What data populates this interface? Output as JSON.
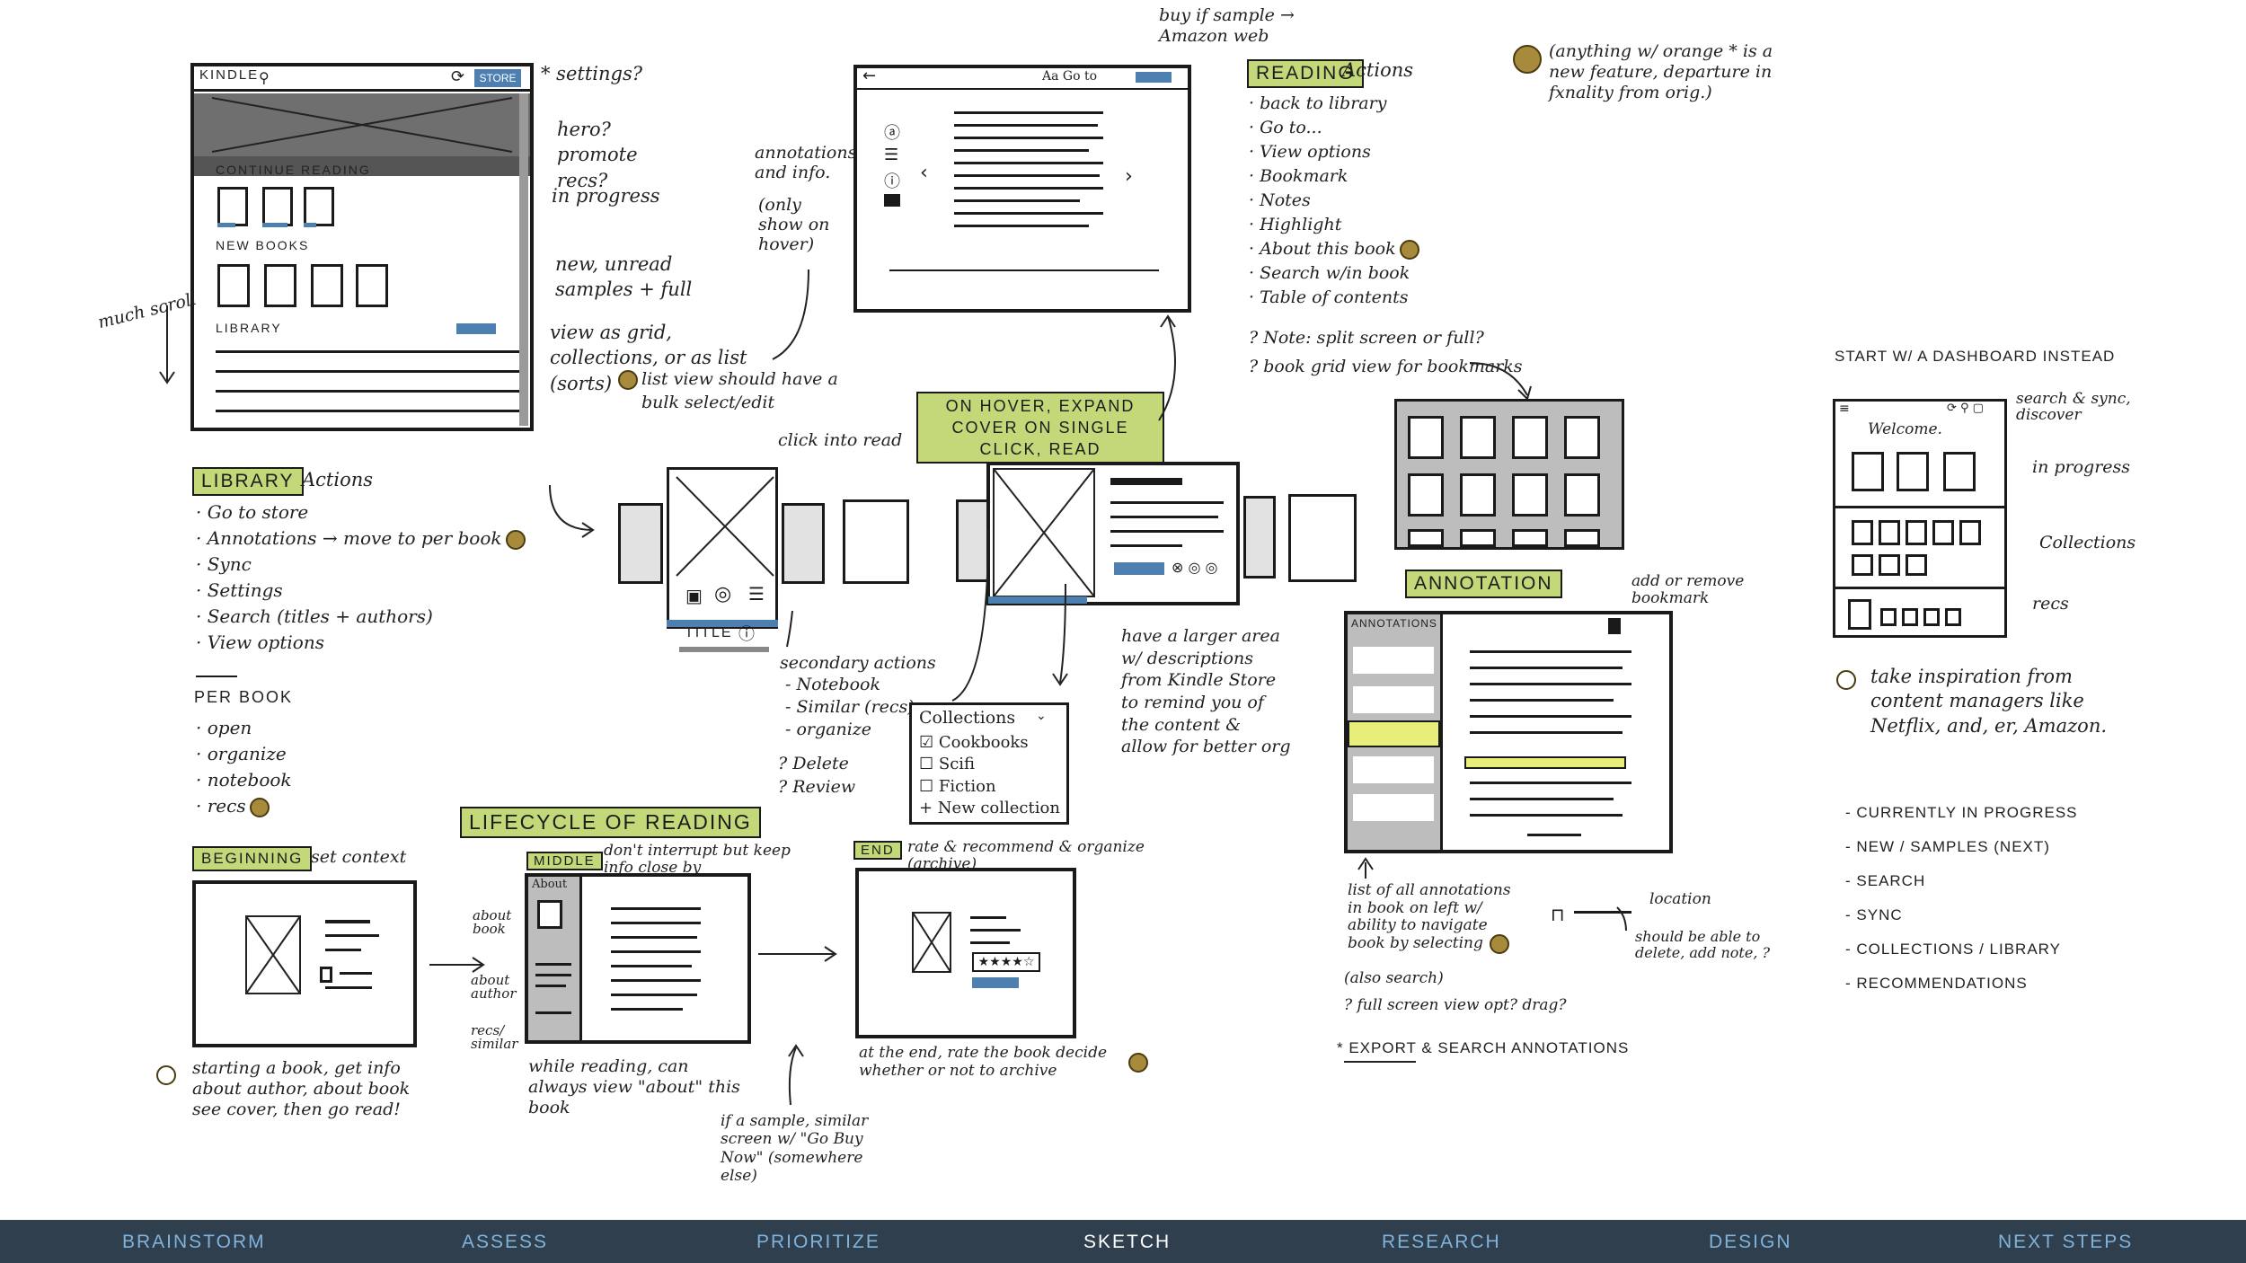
{
  "home": {
    "brand": "KINDLE",
    "store_btn": "STORE",
    "settings_note": "* settings?",
    "hero_note": "hero? promote recs?",
    "continue_label": "CONTINUE READING",
    "progress_note": "in progress",
    "new_label": "NEW BOOKS",
    "new_note": "new, unread samples + full",
    "library_label": "LIBRARY",
    "view_note": "view as grid, collections, or as list (sorts)",
    "list_note": "list view should have a bulk select/edit",
    "scroll_note": "much scroll"
  },
  "library_actions": {
    "tag": "LIBRARY",
    "title": "Actions",
    "items": [
      "Go to store",
      "Annotations → move to per book",
      "Sync",
      "Settings",
      "Search (titles + authors)",
      "View options"
    ],
    "per_book_title": "PER BOOK",
    "per_book": [
      "open",
      "organize",
      "notebook",
      "recs"
    ]
  },
  "reader": {
    "top_label": "buy if sample → Amazon web",
    "bar_text": "Aa   Go to",
    "annot_note": "annotations and info.",
    "hover_note": "(only show on hover)"
  },
  "reading_actions": {
    "tag": "READING",
    "title": "Actions",
    "items": [
      "back to library",
      "Go to...",
      "View options",
      "Bookmark",
      "Notes",
      "Highlight",
      "About this book",
      "Search w/in book",
      "Table of contents"
    ],
    "notes": [
      "Note: split screen or full?",
      "book grid view for bookmarks"
    ]
  },
  "orange_note": "(anything w/ orange * is a new feature, departure in fxnality from orig.)",
  "hover": {
    "tag": "ON HOVER, EXPAND COVER ON SINGLE CLICK, READ",
    "click_note": "click into read",
    "title_label": "TITLE",
    "secondary_title": "secondary actions",
    "secondary": [
      "- Notebook",
      "- Similar (recs)",
      "- organize"
    ],
    "delete": "? Delete",
    "review": "? Review",
    "desc_note": "have a larger area w/ descriptions from Kindle Store to remind you of the content & allow for better org"
  },
  "collections": {
    "title": "Collections",
    "items": [
      "Cookbooks",
      "Scifi",
      "Fiction"
    ],
    "new": "+ New collection"
  },
  "annotation": {
    "tag": "ANNOTATION",
    "panel_title": "ANNOTATIONS",
    "add_note": "add or remove bookmark",
    "list_note": "list of all annotations in book on left w/ ability to navigate book by selecting",
    "also": "(also search)",
    "full": "? full screen view opt? drag?",
    "location": "location",
    "delete_note": "should be able to delete, add note, ?",
    "export": "* EXPORT & SEARCH ANNOTATIONS"
  },
  "dashboard": {
    "heading": "START W/ A DASHBOARD INSTEAD",
    "welcome": "Welcome.",
    "search_note": "search & sync, discover",
    "progress": "in progress",
    "collections": "Collections",
    "recs": "recs",
    "inspiration": "take inspiration from content managers like Netflix, and, er, Amazon.",
    "list": [
      "CURRENTLY IN PROGRESS",
      "NEW / SAMPLES (NEXT)",
      "SEARCH",
      "SYNC",
      "COLLECTIONS / LIBRARY",
      "RECOMMENDATIONS"
    ]
  },
  "lifecycle": {
    "tag": "LIFECYCLE OF READING",
    "beginning_tag": "BEGINNING",
    "beginning_note": "set context",
    "middle_tag": "MIDDLE",
    "middle_note": "don't interrupt but keep info close by",
    "about": "About",
    "about_book": "about book",
    "about_author": "about author",
    "recs_similar": "recs/ similar",
    "end_tag": "END",
    "end_note": "rate & recommend & organize (archive)",
    "start_note": "starting a book, get info about author, about book see cover, then go read!",
    "while_note": "while reading, can always view \"about\" this book",
    "sample_note": "if a sample, similar screen w/ \"Go Buy Now\" (somewhere else)",
    "end_caption": "at the end, rate the book decide whether or not to archive"
  },
  "nav": {
    "items": [
      "BRAINSTORM",
      "ASSESS",
      "PRIORITIZE",
      "SKETCH",
      "RESEARCH",
      "DESIGN",
      "NEXT STEPS"
    ],
    "active": "SKETCH"
  }
}
